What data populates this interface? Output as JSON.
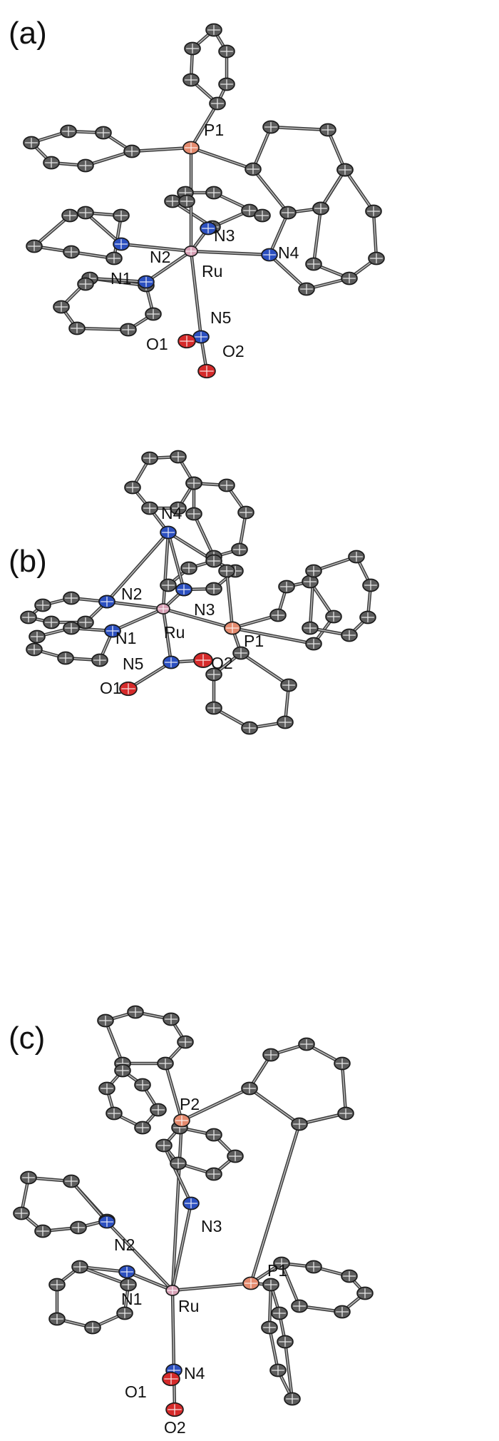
{
  "colors": {
    "carbon": "#5c5c5c",
    "nitrogen": "#2b4fbf",
    "oxygen": "#d52a2a",
    "phosphorus": "#e48a6e",
    "ruthenium": "#d7a0b5",
    "bond": "#3a3a3a"
  },
  "panels": [
    {
      "label": "(a)",
      "atoms": [
        "P1",
        "N3",
        "N2",
        "Ru",
        "N4",
        "N1",
        "N5",
        "O1",
        "O2"
      ]
    },
    {
      "label": "(b)",
      "atoms": [
        "N4",
        "N2",
        "N3",
        "N1",
        "Ru",
        "P1",
        "N5",
        "O2",
        "O1"
      ]
    },
    {
      "label": "(c)",
      "atoms": [
        "P2",
        "N3",
        "N2",
        "P1",
        "Ru",
        "N1",
        "N4",
        "O1",
        "O2"
      ]
    }
  ]
}
